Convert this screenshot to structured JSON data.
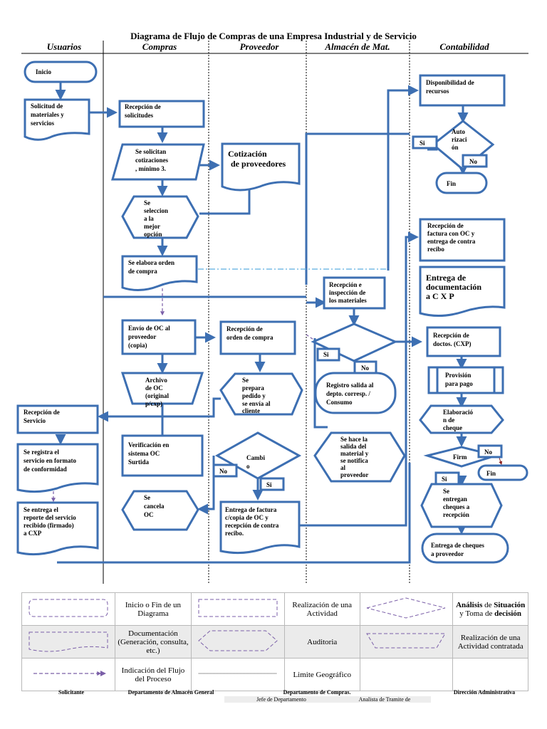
{
  "title": "Diagrama de Flujo de Compras de una Empresa Industrial y de Servicio",
  "lanes": [
    "Usuarios",
    "Compras",
    "Proveedor",
    "Almacén de Mat.",
    "Contabilidad"
  ],
  "nodes": {
    "inicio": "Inicio",
    "solicitud": [
      "Solicitud de",
      "materiales y",
      "servicios"
    ],
    "recepcion_solicitudes": [
      "Recepción de",
      "solicitudes"
    ],
    "se_solicitan": [
      "Se solicitan",
      "cotizaciones",
      ", mínimo  3."
    ],
    "cotizacion": [
      "Cotización",
      "de proveedores"
    ],
    "selecciona": [
      "Se",
      "seleccion",
      "a  la",
      "mejor",
      "opción"
    ],
    "elabora_orden": [
      "Se elabora orden",
      "de compra"
    ],
    "disponibilidad": [
      "Disponibilidad de",
      "recursos"
    ],
    "autorizacion": [
      "Auto",
      "rizaci",
      "ón"
    ],
    "fin_1": "Fin",
    "recepcion_factura": [
      "Recepción de",
      "factura con OC y",
      "entrega de contra",
      "recibo"
    ],
    "entrega_documentacion": [
      "Entrega de",
      "documentación",
      "a C X P"
    ],
    "recepcion_inspeccion": [
      "Recepción e",
      "inspección de",
      "los materiales"
    ],
    "envio_oc": [
      "Envío de OC  al",
      "proveedor",
      "(copia)"
    ],
    "recepcion_orden": [
      "Recepción de",
      "orden de compra"
    ],
    "registro_salida": [
      "Registro salida al",
      "depto. corresp. /",
      "Consumo"
    ],
    "recepcion_doctos": [
      "Recepción de",
      "doctos. (CXP)"
    ],
    "provision": [
      "Provisión",
      "para pago"
    ],
    "archivo_oc": [
      "Archivo",
      "de OC",
      "(original",
      "p/cxp)"
    ],
    "prepara_pedido": [
      "Se",
      "prepara",
      "pedido y",
      "se envía al",
      "cliente"
    ],
    "elaboracion_cheque": [
      "Elaboració",
      "n de",
      "cheque"
    ],
    "recepcion_servicio": [
      "Recepción de",
      "Servicio"
    ],
    "verificacion": [
      "Verificación en",
      "sistema  OC",
      "Surtida"
    ],
    "cambio": [
      "Cambi",
      "o"
    ],
    "salida_material": [
      "Se hace la",
      "salida del",
      "material  y",
      "se  notifica",
      "al",
      "proveedor"
    ],
    "firma": "Firm",
    "fin_2": "Fin",
    "registra_servicio": [
      "Se registra el",
      "servicio en formato",
      "de conformidad"
    ],
    "cancela_oc": [
      "Se",
      "cancela",
      "OC"
    ],
    "entregan_cheques": [
      "Se",
      "entregan",
      "cheques a",
      "recepción"
    ],
    "reporte_servicio": [
      "Se entrega el",
      "reporte del servicio",
      "recibido (firmado)",
      "a CXP"
    ],
    "entrega_factura": [
      "Entrega de factura",
      "c/copia de OC y",
      "recepción de contra",
      "recibo."
    ],
    "entrega_cheques_prov": [
      "Entrega de cheques",
      "a proveedor"
    ]
  },
  "labels": {
    "si": "Si",
    "no": "No"
  },
  "legend": {
    "inicio_fin": "Inicio o Fin de un Diagrama",
    "realizacion": "Realización de una Actividad",
    "analisis_1": "Análisis",
    "analisis_2": " de ",
    "analisis_3": "Situación",
    "analisis_4": " y Toma de ",
    "analisis_5": "decisión",
    "documentacion": "Documentación (Generación, consulta, etc.)",
    "auditoria": "Auditoria",
    "contratada": "Realización de una Actividad contratada",
    "indicacion": "Indicación del Flujo del Proceso",
    "limite": "Limite Geográfico"
  },
  "footer": {
    "solicitante": "Solicitante",
    "almacen": "Departamento de Almacén General",
    "jefe": "Jefe de Departamento",
    "compras": "Departamento de Compras.",
    "analista": "Analista de Tramite de",
    "direccion": "Dirección Administrativa"
  },
  "colors": {
    "shape_stroke": "#3d6fb2",
    "legend_dash": "#7b5fa8",
    "geo_limit": "#5aaee0"
  }
}
